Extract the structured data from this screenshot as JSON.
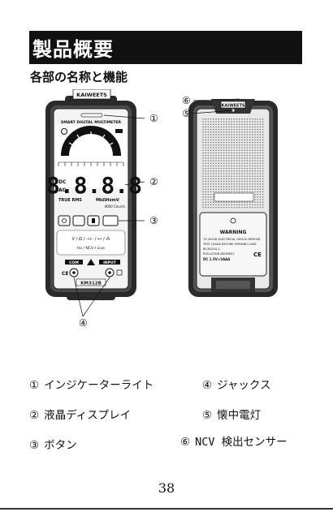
{
  "title": "製品概要",
  "subtitle": "各部の名称と機能",
  "device": {
    "brand": "KAIWEETS",
    "model_label": "SMART DIGITAL MULTIMETER",
    "display_digits": "8.8.8.8",
    "display_counts": "4000 Counts",
    "true_rms": "TRUE RMS",
    "units": "MkΩHzmV",
    "dc": "DC",
    "ac": "AC",
    "selector_text": "V / Ω / ⊣⊢ / ⊷ / ⁂",
    "selector_text2": "Hz / NCV / Live",
    "com": "COM",
    "input": "INPUT",
    "model_number": "KM312B",
    "back_brand": "KAIWEETS",
    "warning_title": "WARNING",
    "warning_line1": "TO AVOID ELECTRICAL SHOCK REMOVE",
    "warning_line2": "TEST LEADS BEFORE OPENING CASE",
    "warning_line3": "IEC61010-1",
    "warning_line4": "POLLUTION DEGREE2",
    "warning_line5": "DC 1.5V×2AAA"
  },
  "callouts": {
    "c1": "①",
    "c2": "②",
    "c3": "③",
    "c4": "④",
    "c5": "⑤",
    "c6": "⑥"
  },
  "legend": [
    {
      "num": "①",
      "label": "インジケーターライト"
    },
    {
      "num": "④",
      "label": "ジャックス"
    },
    {
      "num": "②",
      "label": "液晶ディスプレイ"
    },
    {
      "num": "⑤",
      "label": "懐中電灯"
    },
    {
      "num": "③",
      "label": "ボタン"
    },
    {
      "num": "⑥",
      "label": "NCV 検出センサー"
    }
  ],
  "page_number": "38"
}
